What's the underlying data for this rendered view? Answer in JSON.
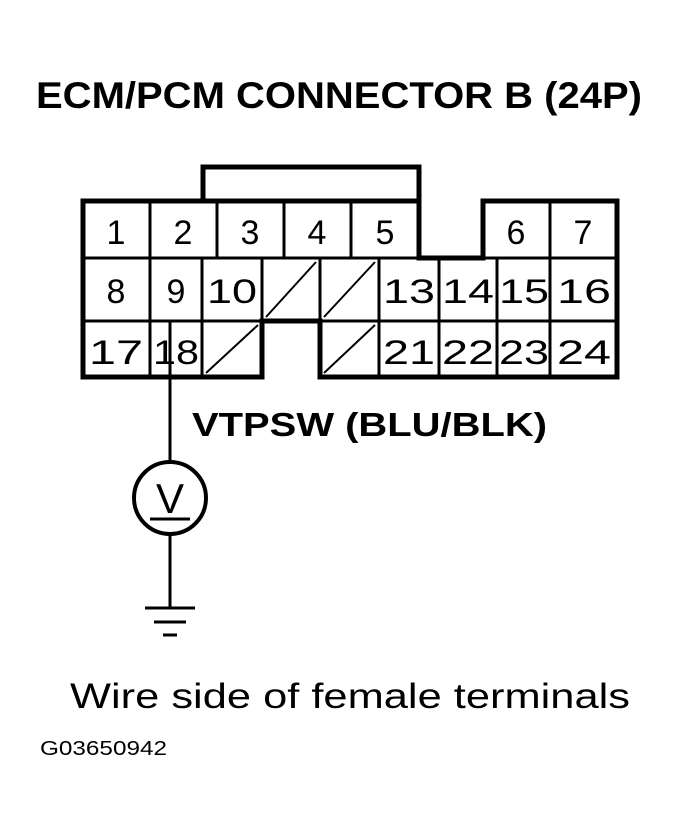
{
  "title": "ECM/PCM CONNECTOR B (24P)",
  "wire_label": "VTPSW (BLU/BLK)",
  "caption": "Wire side of female terminals",
  "figure_code": "G03650942",
  "meter_symbol": "V",
  "connector": {
    "pins": [
      "1",
      "2",
      "3",
      "4",
      "5",
      "6",
      "7",
      "8",
      "9",
      "10",
      "13",
      "14",
      "15",
      "16",
      "17",
      "18",
      "21",
      "22",
      "23",
      "24"
    ],
    "empty_cavities": 4,
    "probed_pin": "18"
  },
  "icons": {
    "voltmeter": "voltmeter-icon",
    "ground": "ground-icon"
  }
}
